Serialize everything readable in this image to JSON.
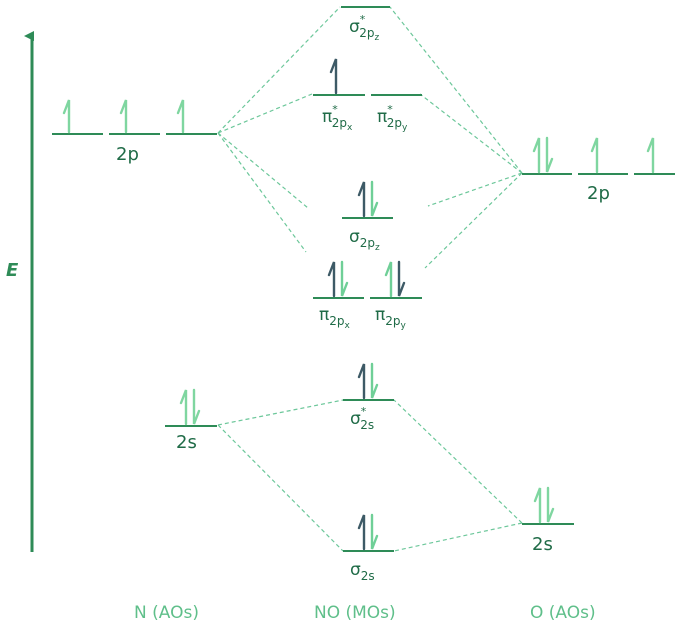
{
  "axis": {
    "label": "E"
  },
  "columns": {
    "left": "N (AOs)",
    "center": "NO (MOs)",
    "right": "O (AOs)"
  },
  "n_atom": {
    "orb_2p": {
      "label": "2p",
      "electrons": [
        1,
        1,
        1
      ]
    },
    "orb_2s": {
      "label": "2s",
      "electrons": [
        2
      ]
    }
  },
  "o_atom": {
    "orb_2p": {
      "label": "2p",
      "electrons": [
        2,
        1,
        1
      ]
    },
    "orb_2s": {
      "label": "2s",
      "electrons": [
        2
      ]
    }
  },
  "mos": {
    "sigma_star_2pz": {
      "base": "σ",
      "star": "*",
      "sub": "2p",
      "subsub": "z",
      "electrons": 0
    },
    "pi_star_2px": {
      "base": "π",
      "star": "*",
      "sub": "2p",
      "subsub": "x",
      "electrons": 1
    },
    "pi_star_2py": {
      "base": "π",
      "star": "*",
      "sub": "2p",
      "subsub": "y",
      "electrons": 0
    },
    "sigma_2pz": {
      "base": "σ",
      "sub": "2p",
      "subsub": "z",
      "electrons": 2
    },
    "pi_2px": {
      "base": "π",
      "sub": "2p",
      "subsub": "x",
      "electrons": 2
    },
    "pi_2py": {
      "base": "π",
      "sub": "2p",
      "subsub": "y",
      "electrons": 2
    },
    "sigma_star_2s": {
      "base": "σ",
      "star": "*",
      "sub": "2s",
      "electrons": 2
    },
    "sigma_2s": {
      "base": "σ",
      "sub": "2s",
      "electrons": 2
    }
  },
  "colors": {
    "line": "#2e8b57",
    "dash": "#6cc79a",
    "atom_arrow": "#7fd6a0",
    "mo_arrow_dark": "#3d5a66",
    "mo_arrow_light": "#6fcf97",
    "label": "#1f6b47",
    "axis_label": "#2e8b57",
    "column_label": "#5fbf8a"
  }
}
